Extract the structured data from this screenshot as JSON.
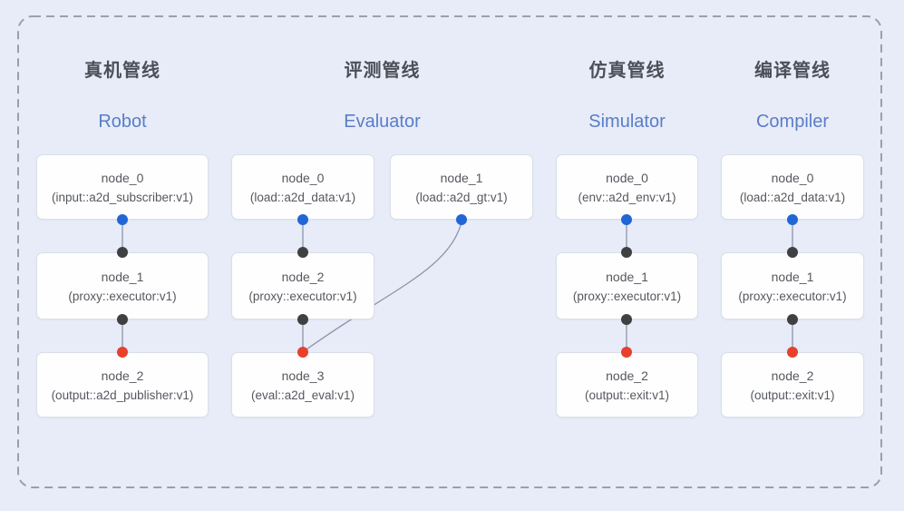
{
  "colors": {
    "background": "#e7ecf8",
    "box_bg": "#fefefe",
    "box_border": "#dadfe8",
    "title_cn": "#4b4f57",
    "title_en": "#5b7cc8",
    "node_text": "#55585e",
    "connector": "#8b95a7",
    "port_blue": "#2166d6",
    "port_dark": "#3f4042",
    "port_red": "#e8402c",
    "dashed_border": "#9aa0ab"
  },
  "pipelines": [
    {
      "title_cn": "真机管线",
      "title_en": "Robot",
      "nodes": [
        {
          "name": "node_0",
          "impl": "(input::a2d_subscriber:v1)"
        },
        {
          "name": "node_1",
          "impl": "(proxy::executor:v1)"
        },
        {
          "name": "node_2",
          "impl": "(output::a2d_publisher:v1)"
        }
      ]
    },
    {
      "title_cn": "评测管线",
      "title_en": "Evaluator",
      "nodes": [
        {
          "name": "node_0",
          "impl": "(load::a2d_data:v1)"
        },
        {
          "name": "node_1",
          "impl": "(load::a2d_gt:v1)"
        },
        {
          "name": "node_2",
          "impl": "(proxy::executor:v1)"
        },
        {
          "name": "node_3",
          "impl": "(eval::a2d_eval:v1)"
        }
      ]
    },
    {
      "title_cn": "仿真管线",
      "title_en": "Simulator",
      "nodes": [
        {
          "name": "node_0",
          "impl": "(env::a2d_env:v1)"
        },
        {
          "name": "node_1",
          "impl": "(proxy::executor:v1)"
        },
        {
          "name": "node_2",
          "impl": "(output::exit:v1)"
        }
      ]
    },
    {
      "title_cn": "编译管线",
      "title_en": "Compiler",
      "nodes": [
        {
          "name": "node_0",
          "impl": "(load::a2d_data:v1)"
        },
        {
          "name": "node_1",
          "impl": "(proxy::executor:v1)"
        },
        {
          "name": "node_2",
          "impl": "(output::exit:v1)"
        }
      ]
    }
  ]
}
